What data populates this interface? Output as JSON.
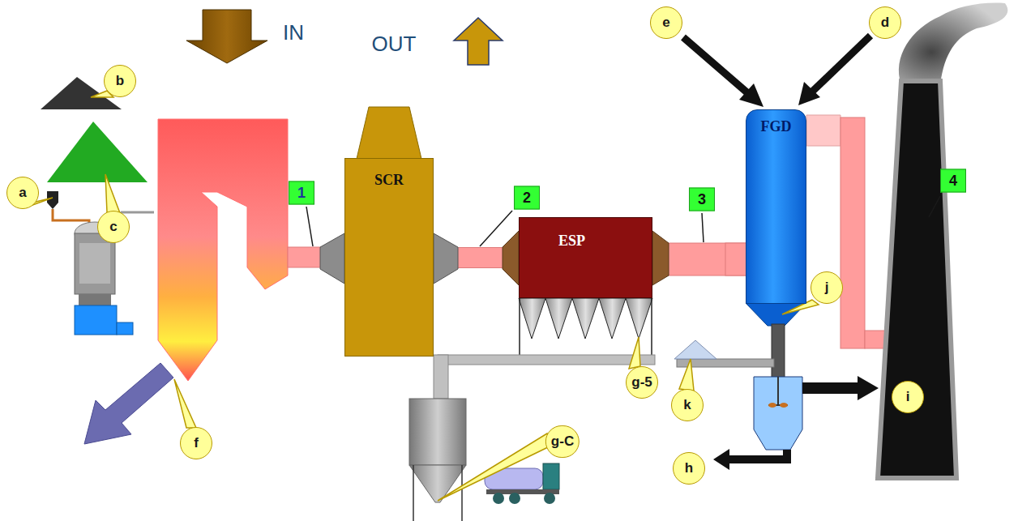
{
  "diagram": {
    "nodes": [
      {
        "text": [
          "SCR"
        ]
      },
      {
        "text": [
          "ESP"
        ]
      },
      {
        "text": [
          "FGD"
        ]
      }
    ],
    "edges": [
      {
        "from": 0,
        "to": 1,
        "arrow": "none"
      },
      {
        "from": 1,
        "to": 2,
        "arrow": "none"
      }
    ],
    "labels": [
      "IN",
      "OUT",
      "a",
      "b",
      "c",
      "d",
      "e",
      "f",
      "g-5",
      "g-C",
      "h",
      "i",
      "j",
      "k",
      "1",
      "2",
      "3",
      "4"
    ]
  }
}
